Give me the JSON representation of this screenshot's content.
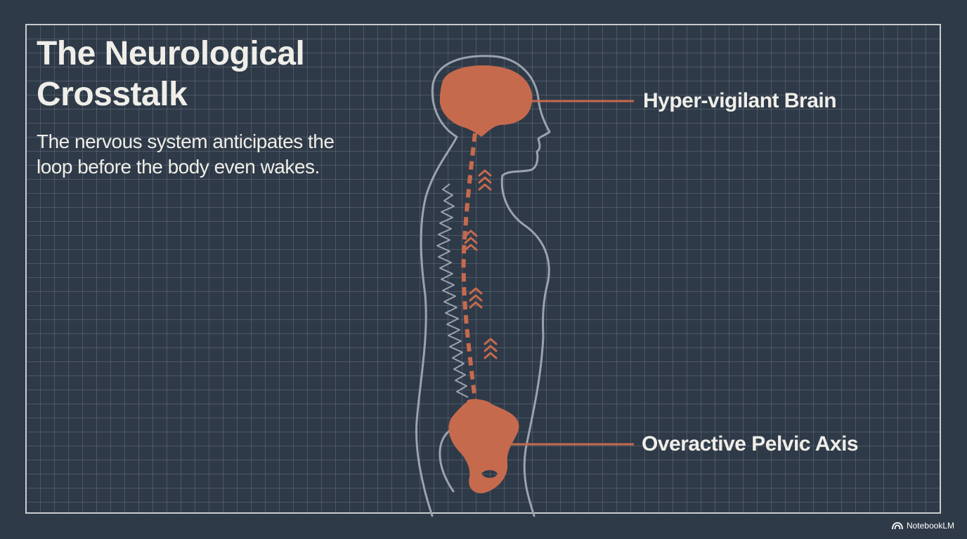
{
  "slide": {
    "title": "The Neurological Crosstalk",
    "subtitle": "The nervous system anticipates the loop before the body even wakes."
  },
  "labels": {
    "brain": "Hyper-vigilant Brain",
    "pelvis": "Overactive Pelvic Axis"
  },
  "branding": {
    "name": "NotebookLM",
    "icon": "notebooklm-logo-icon"
  },
  "colors": {
    "background": "#2f3a48",
    "accent": "#c66a4e",
    "outline": "#9aa3ae",
    "text": "#efeee8"
  }
}
